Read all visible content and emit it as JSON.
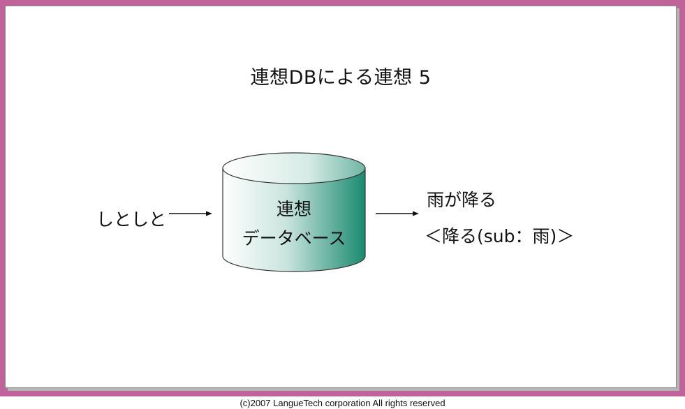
{
  "slide": {
    "title": "連想DBによる連想 5",
    "input": "しとしと",
    "database": {
      "line1": "連想",
      "line2": "データベース"
    },
    "output": {
      "sentence": "雨が降る",
      "frame": "＜降る(sub：雨)＞"
    }
  },
  "footer": {
    "copyright": "(c)2007 LangueTech corporation All rights reserved"
  },
  "colors": {
    "border": "#c0639a",
    "cylinder_light": "#ffffff",
    "cylinder_dark": "#1a8a70"
  }
}
